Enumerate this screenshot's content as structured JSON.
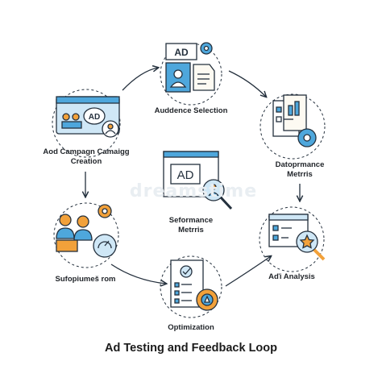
{
  "title": "Ad Testing and Feedback Loop",
  "watermark": "dreamstime",
  "colors": {
    "blue": "#4ea7dc",
    "light_blue": "#cfe7f6",
    "orange": "#f2a13a",
    "navy": "#24303d",
    "paper": "#fdfaf2"
  },
  "nodes": {
    "audience": {
      "label": "Auddence Selection",
      "badge": "AD",
      "icon": "audience-selection-icon"
    },
    "performance_right": {
      "line1": "Datoprmance",
      "line2": "Metrris",
      "icon": "performance-report-icon"
    },
    "analysis": {
      "label": "Aďi Analysis",
      "icon": "ad-analysis-icon"
    },
    "optimization": {
      "label": "Optimization",
      "icon": "optimization-checklist-icon"
    },
    "supervision": {
      "label": "Sufopiumeš rom",
      "icon": "team-supervision-icon"
    },
    "campaign": {
      "line1": "Aod Campagn Camaigg",
      "line2": "Creation",
      "badge": "AD",
      "icon": "campaign-creation-icon"
    },
    "center": {
      "line1": "Seformance",
      "line2": "Metrris",
      "badge": "AD",
      "icon": "performance-metrics-icon"
    }
  }
}
